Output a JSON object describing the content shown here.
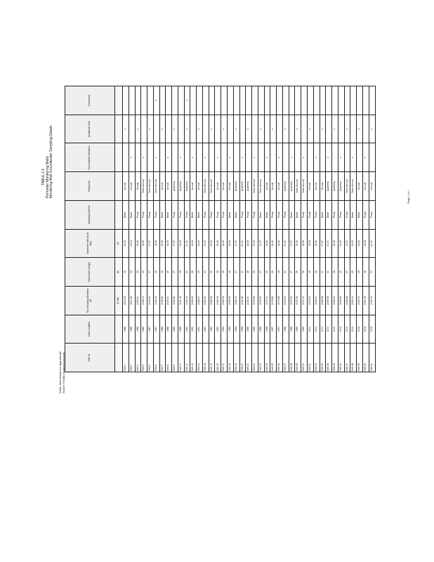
{
  "doc": {
    "title_lines": [
      "TABLE 2.3",
      "Perimeter Monitoring Wells",
      "Monitoring Well Groundwater Sampling Details"
    ],
    "footer_lines": [
      "Notes: Well details are approximate",
      "Source: Facility monitoring records"
    ],
    "page_label": "Page 1 of 1"
  },
  "table": {
    "headers": [
      "Well ID",
      "Date Installed",
      "Top of Casing Elevation (ft)",
      "Total Depth (ft bgs)",
      "Screened Interval (ft bgs)",
      "Sampling Method",
      "Frequency",
      "Groundwater Elevation",
      "Analytical Suite",
      "Comments"
    ],
    "subheader": [
      "",
      "",
      "(ft msl)",
      "(ft)",
      "(ft)",
      "",
      "",
      "",
      "",
      ""
    ],
    "rows": [
      [
        "MW-1",
        "1985",
        "2203.24",
        "25",
        "15-25",
        "Bailer",
        "Annual",
        "",
        "x",
        ""
      ],
      [
        "MW-2",
        "1985",
        "2201.86",
        "24",
        "14-24",
        "Bailer",
        "Annual",
        "x",
        "",
        ""
      ],
      [
        "MW-3",
        "1986",
        "2199.41",
        "26",
        "16-26",
        "Pump",
        "Annual",
        "",
        "x",
        ""
      ],
      [
        "MW-4",
        "1986",
        "2198.07",
        "25",
        "15-25",
        "Pump",
        "Semi-Annual",
        "x",
        "",
        ""
      ],
      [
        "MW-5",
        "1987",
        "2196.52",
        "27",
        "17-27",
        "Pump",
        "Semi-Annual",
        "",
        "x",
        ""
      ],
      [
        "MW-6",
        "1987",
        "2195.13",
        "28",
        "18-28",
        "Pump",
        "Semi-Annual",
        "x",
        "",
        "x"
      ],
      [
        "MW-7",
        "1988",
        "2194.66",
        "26",
        "16-26",
        "Bailer",
        "Annual",
        "",
        "x",
        ""
      ],
      [
        "MW-8",
        "1988",
        "2193.20",
        "25",
        "15-25",
        "Bailer",
        "Annual",
        "x",
        "",
        ""
      ],
      [
        "MW-9",
        "1989",
        "2192.85",
        "27",
        "17-27",
        "Pump",
        "Quarterly",
        "",
        "x",
        ""
      ],
      [
        "MW-10",
        "1989",
        "2191.44",
        "29",
        "19-29",
        "Pump",
        "Quarterly",
        "x",
        "",
        ""
      ],
      [
        "MW-11",
        "1990",
        "2190.02",
        "30",
        "20-30",
        "Pump",
        "Quarterly",
        "",
        "x",
        "x"
      ],
      [
        "MW-12",
        "1990",
        "2189.63",
        "28",
        "18-28",
        "Bailer",
        "Annual",
        "x",
        "",
        ""
      ],
      [
        "MW-13",
        "1991",
        "2188.27",
        "26",
        "16-26",
        "Bailer",
        "Annual",
        "",
        "x",
        ""
      ],
      [
        "MW-14",
        "1991",
        "2187.91",
        "27",
        "17-27",
        "Pump",
        "Semi-Annual",
        "x",
        "",
        ""
      ],
      [
        "MW-15",
        "1992",
        "2186.55",
        "25",
        "15-25",
        "Pump",
        "Semi-Annual",
        "",
        "x",
        ""
      ],
      [
        "MW-16",
        "1992",
        "2185.18",
        "28",
        "18-28",
        "Pump",
        "Annual",
        "x",
        "",
        ""
      ],
      [
        "MW-17",
        "1993",
        "2184.74",
        "29",
        "19-29",
        "Pump",
        "Annual",
        "",
        "x",
        ""
      ],
      [
        "MW-18",
        "1993",
        "2183.39",
        "26",
        "16-26",
        "Bailer",
        "Annual",
        "x",
        "",
        ""
      ],
      [
        "MW-19",
        "1994",
        "2182.02",
        "27",
        "17-27",
        "Bailer",
        "Quarterly",
        "",
        "x",
        ""
      ],
      [
        "MW-20",
        "1994",
        "2181.66",
        "30",
        "20-30",
        "Pump",
        "Quarterly",
        "x",
        "",
        ""
      ],
      [
        "MW-21",
        "1995",
        "2180.30",
        "28",
        "18-28",
        "Pump",
        "Quarterly",
        "",
        "x",
        ""
      ],
      [
        "MW-22",
        "1995",
        "2179.94",
        "25",
        "15-25",
        "Pump",
        "Semi-Annual",
        "x",
        "",
        ""
      ],
      [
        "MW-23",
        "1996",
        "2178.57",
        "27",
        "17-27",
        "Bailer",
        "Semi-Annual",
        "",
        "x",
        ""
      ],
      [
        "MW-24",
        "1996",
        "2177.21",
        "29",
        "19-29",
        "Bailer",
        "Annual",
        "x",
        "",
        ""
      ],
      [
        "MW-25",
        "1997",
        "2176.85",
        "26",
        "16-26",
        "Pump",
        "Annual",
        "",
        "x",
        ""
      ],
      [
        "MW-26",
        "1997",
        "2175.48",
        "28",
        "18-28",
        "Pump",
        "Annual",
        "x",
        "",
        ""
      ],
      [
        "MW-27",
        "1998",
        "2174.12",
        "30",
        "20-30",
        "Pump",
        "Quarterly",
        "",
        "x",
        ""
      ],
      [
        "MW-28",
        "1998",
        "2173.76",
        "27",
        "17-27",
        "Bailer",
        "Quarterly",
        "x",
        "",
        ""
      ],
      [
        "MW-29",
        "1999",
        "2172.39",
        "25",
        "15-25",
        "Bailer",
        "Semi-Annual",
        "",
        "x",
        ""
      ],
      [
        "MW-30",
        "1999",
        "2171.03",
        "28",
        "18-28",
        "Pump",
        "Semi-Annual",
        "x",
        "",
        ""
      ],
      [
        "MW-31",
        "2000",
        "2170.67",
        "29",
        "19-29",
        "Pump",
        "Annual",
        "",
        "x",
        ""
      ],
      [
        "MW-32",
        "2000",
        "2169.30",
        "26",
        "16-26",
        "Pump",
        "Annual",
        "x",
        "",
        ""
      ],
      [
        "MW-33",
        "2001",
        "2168.94",
        "27",
        "17-27",
        "Bailer",
        "Annual",
        "",
        "x",
        ""
      ],
      [
        "MW-34",
        "2001",
        "2167.58",
        "30",
        "20-30",
        "Bailer",
        "Quarterly",
        "x",
        "",
        ""
      ],
      [
        "MW-35",
        "2002",
        "2166.21",
        "28",
        "18-28",
        "Pump",
        "Quarterly",
        "",
        "x",
        ""
      ],
      [
        "MW-36",
        "2002",
        "2165.85",
        "25",
        "15-25",
        "Pump",
        "Quarterly",
        "x",
        "",
        ""
      ],
      [
        "MW-37",
        "2003",
        "2164.48",
        "27",
        "17-27",
        "Pump",
        "Semi-Annual",
        "",
        "x",
        ""
      ],
      [
        "MW-38",
        "2003",
        "2163.12",
        "29",
        "19-29",
        "Bailer",
        "Semi-Annual",
        "x",
        "",
        ""
      ],
      [
        "MW-39",
        "2004",
        "2162.76",
        "26",
        "16-26",
        "Bailer",
        "Annual",
        "",
        "x",
        ""
      ],
      [
        "MW-40",
        "2004",
        "2161.39",
        "28",
        "18-28",
        "Pump",
        "Annual",
        "x",
        "",
        ""
      ],
      [
        "MW-41",
        "2005",
        "2160.03",
        "30",
        "20-30",
        "Pump",
        "Annual",
        "",
        "x",
        ""
      ]
    ]
  }
}
